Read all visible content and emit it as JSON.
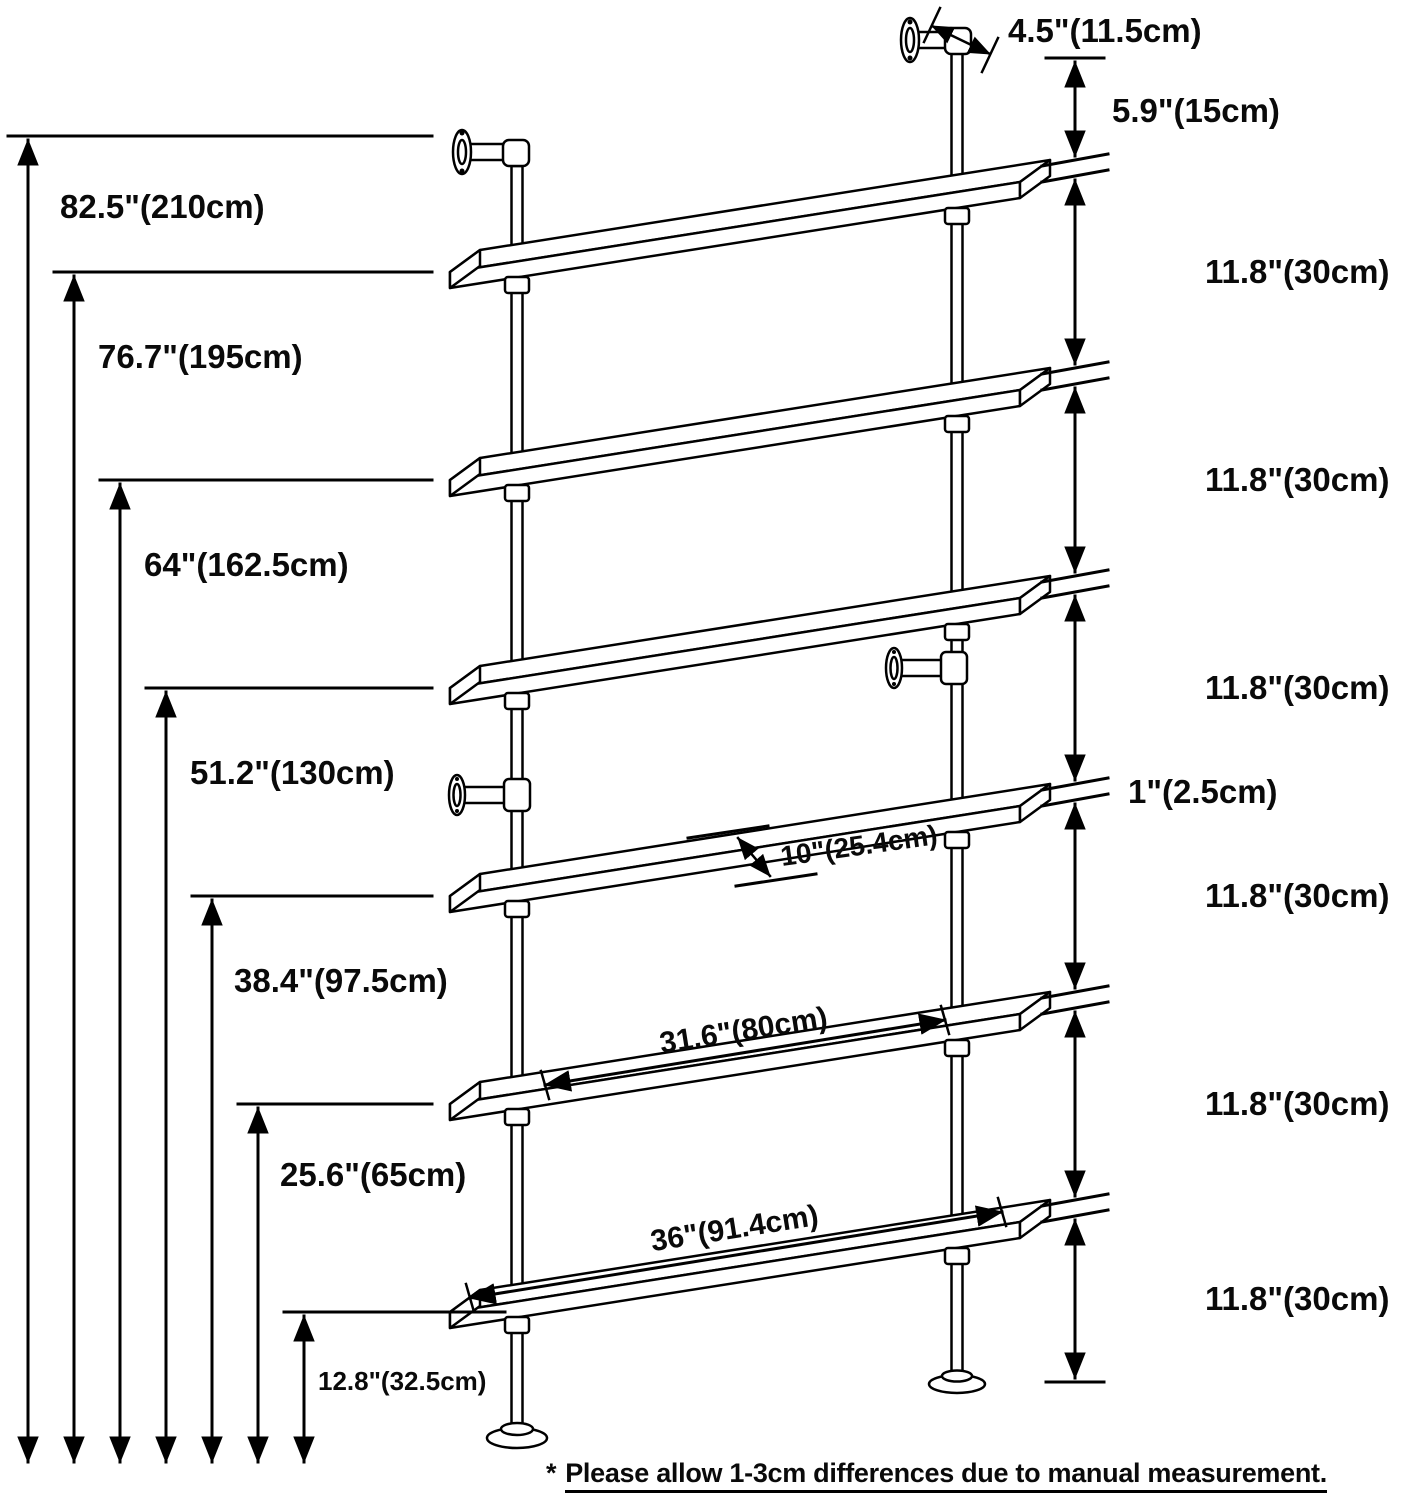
{
  "left_dimensions": [
    {
      "label": "82.5\"(210cm)"
    },
    {
      "label": "76.7\"(195cm)"
    },
    {
      "label": "64\"(162.5cm)"
    },
    {
      "label": "51.2\"(130cm)"
    },
    {
      "label": "38.4\"(97.5cm)"
    },
    {
      "label": "25.6\"(65cm)"
    },
    {
      "label": "12.8\"(32.5cm)"
    }
  ],
  "top_dimension": {
    "wall_offset": "4.5\"(11.5cm)"
  },
  "right_dimensions": {
    "top_gap": "5.9\"(15cm)",
    "shelf_thickness": "1\"(2.5cm)",
    "spacings": [
      "11.8\"(30cm)",
      "11.8\"(30cm)",
      "11.8\"(30cm)",
      "11.8\"(30cm)",
      "11.8\"(30cm)",
      "11.8\"(30cm)"
    ]
  },
  "shelf_dimensions": {
    "depth": "10\"(25.4cm)",
    "inner_width": "31.6\"(80cm)",
    "outer_width": "36\"(91.4cm)"
  },
  "footnote": {
    "marker": "*",
    "text": "Please allow 1-3cm differences due to manual measurement."
  },
  "colors": {
    "line": "#000000",
    "background": "#ffffff"
  }
}
